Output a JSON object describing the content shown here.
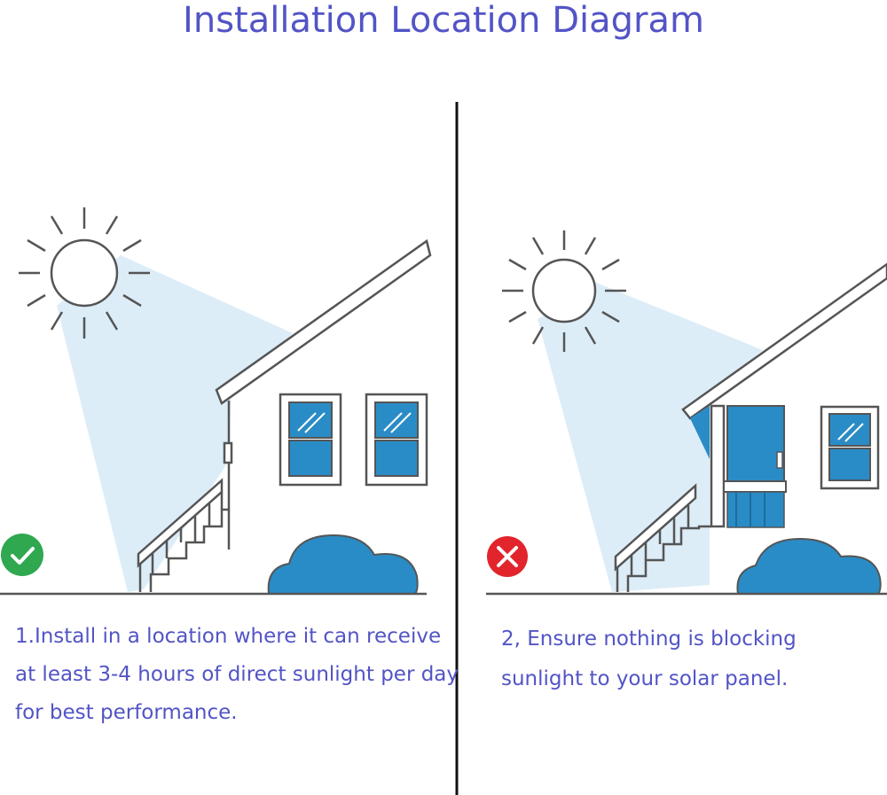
{
  "title": "Installation Location Diagram",
  "panels": [
    {
      "status": "correct",
      "status_icon": "check-icon",
      "status_color": "#2fa84f",
      "caption_lines": [
        "1.Install in a location where it can receive",
        "at least 3-4 hours of direct sunlight per day",
        "for best performance."
      ]
    },
    {
      "status": "incorrect",
      "status_icon": "cross-icon",
      "status_color": "#e2242c",
      "caption_lines": [
        "2,  Ensure nothing is blocking",
        "sunlight to your solar panel."
      ]
    }
  ],
  "colors": {
    "title": "#5254c6",
    "caption": "#5254c6",
    "sunbeam": "#dcedf8",
    "window_glass": "#2a8cc6",
    "bush": "#2a8cc6",
    "outline": "#555555"
  }
}
